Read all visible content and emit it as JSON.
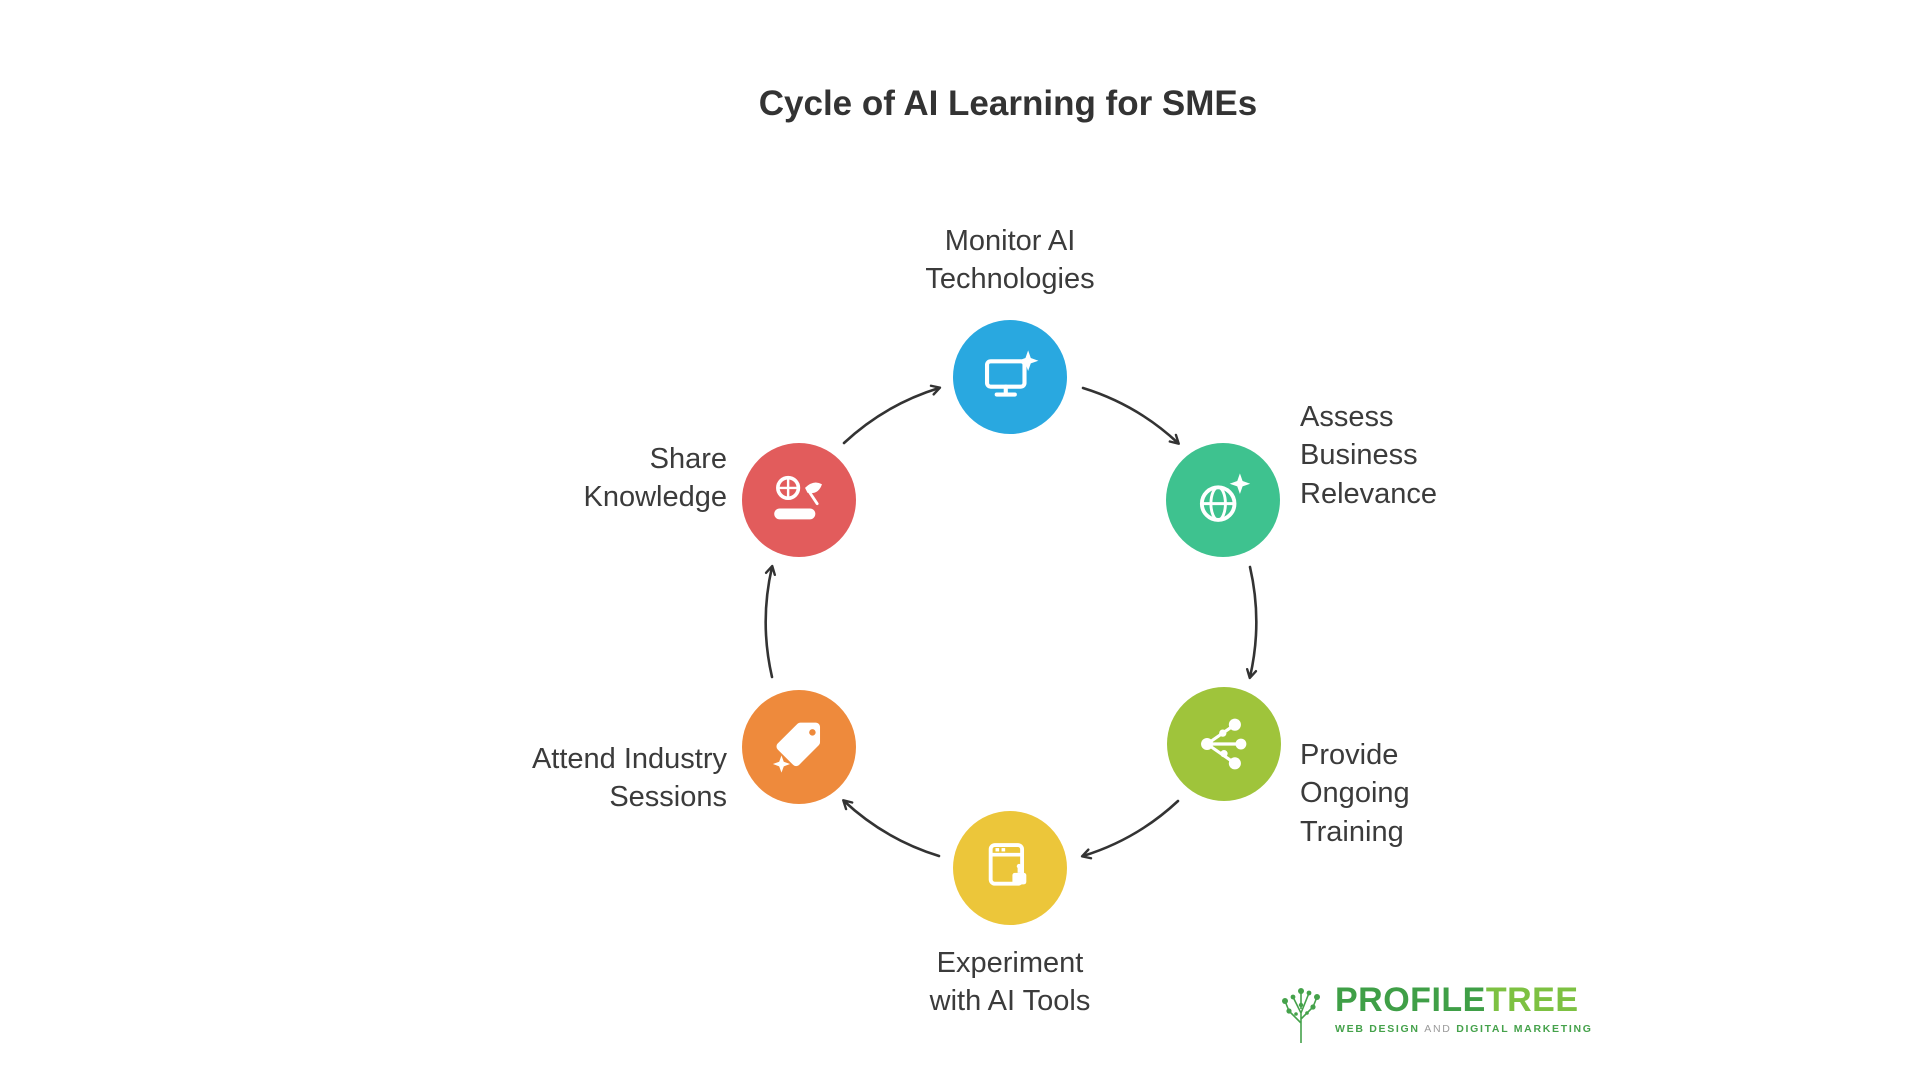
{
  "title": "Cycle of AI Learning for SMEs",
  "nodes": [
    {
      "label": "Monitor AI\nTechnologies",
      "color": "#29A8E0",
      "icon": "monitor-sparkle-icon"
    },
    {
      "label": "Assess\nBusiness\nRelevance",
      "color": "#3EC28F",
      "icon": "globe-sparkle-icon"
    },
    {
      "label": "Provide\nOngoing\nTraining",
      "color": "#9FC43B",
      "icon": "network-share-icon"
    },
    {
      "label": "Experiment\nwith AI Tools",
      "color": "#ECC63A",
      "icon": "browser-robot-icon"
    },
    {
      "label": "Attend Industry\nSessions",
      "color": "#EE8A3C",
      "icon": "tag-sparkle-icon"
    },
    {
      "label": "Share\nKnowledge",
      "color": "#E25C5C",
      "icon": "hand-knowledge-icon"
    }
  ],
  "arrows": {
    "color": "#333333",
    "sequence": [
      "Monitor AI Technologies -> Assess Business Relevance",
      "Assess Business Relevance -> Provide Ongoing Training",
      "Provide Ongoing Training -> Experiment with AI Tools",
      "Experiment with AI Tools -> Attend Industry Sessions",
      "Attend Industry Sessions -> Share Knowledge",
      "Share Knowledge -> Monitor AI Technologies"
    ]
  },
  "logo": {
    "brand_primary": "PROFILE",
    "brand_secondary": "TREE",
    "tagline_left": "WEB DESIGN ",
    "tagline_and": "AND",
    "tagline_right": " DIGITAL MARKETING",
    "brand_color": "#3F9F47"
  },
  "background_color": "#FFFFFF",
  "text_color": "#3B3B3B"
}
